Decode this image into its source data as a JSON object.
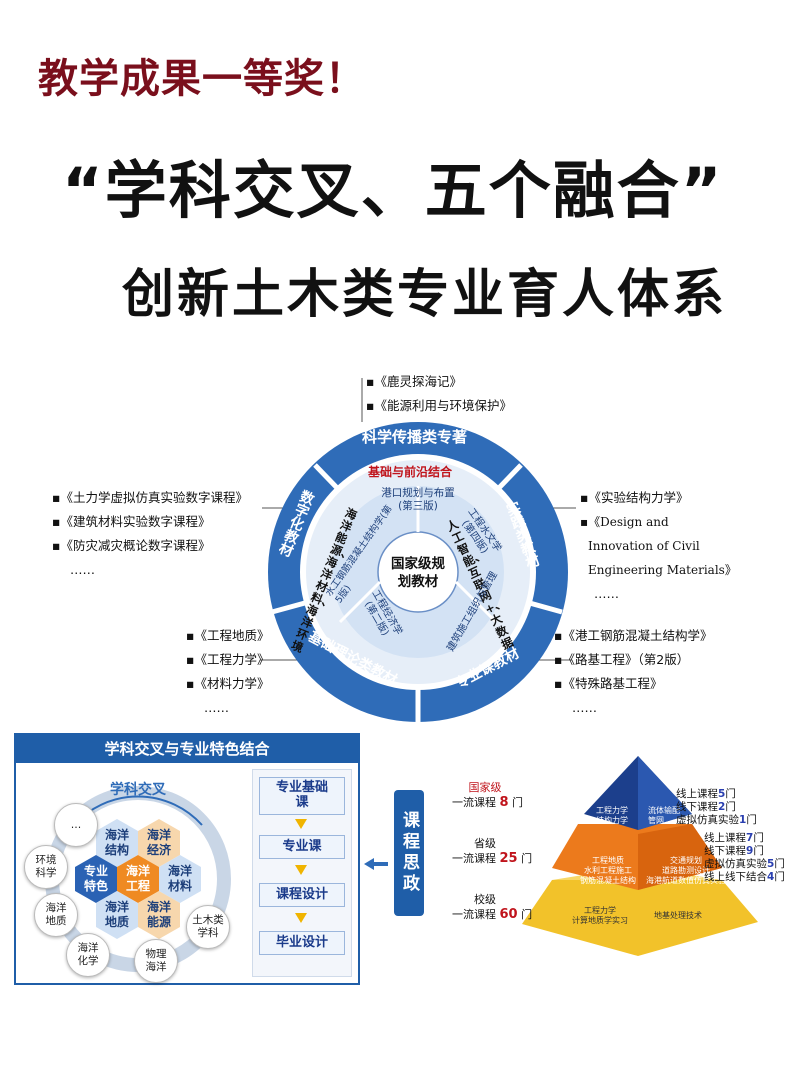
{
  "header": {
    "award": "教学成果一等奖！",
    "main_title": "“学科交叉、五个融合”",
    "subtitle": "创新土木类专业育人体系"
  },
  "wheel": {
    "center": [
      "国家级规",
      "划教材"
    ],
    "segments": [
      "科学传播类专著",
      "实践类教材",
      "专业课教材",
      "基础理论类教材",
      "数字化教材"
    ],
    "inner_ring": {
      "top": "基础与前沿结合",
      "right": "人工智能、互联网+、大数据",
      "left": "海洋能源、海洋材料、海洋环境"
    },
    "core_books": [
      "港口规划与布置",
      "(第三版)",
      "工程水文学",
      "(第四版)",
      "建筑施工组织与管理",
      "工程经济学",
      "(第二版)",
      "水工钢筋混凝土结构学(第5版)"
    ]
  },
  "book_lists": {
    "top": [
      "《鹿灵探海记》",
      "《能源利用与环境保护》"
    ],
    "left_top": [
      "《土力学虚拟仿真实验数字课程》",
      "《建筑材料实验数字课程》",
      "《防灾减灾概论数字课程》",
      "……"
    ],
    "left_bottom": [
      "《工程地质》",
      "《工程力学》",
      "《材料力学》",
      "……"
    ],
    "right_top": [
      "《实验结构力学》",
      "《Design and",
      "Innovation of Civil",
      "Engineering Materials》",
      "……"
    ],
    "right_bottom": [
      "《港工钢筋混凝土结构学》",
      "《路基工程》（第2版）",
      "《特殊路基工程》",
      "……"
    ]
  },
  "panel": {
    "title": "学科交叉与专业特色结合",
    "cross_label": "学科交叉",
    "hexes": [
      {
        "text": "海洋\n结构",
        "color": "#cfe0f4",
        "fg": "#1d3f7a"
      },
      {
        "text": "海洋\n经济",
        "color": "#f7d7ad",
        "fg": "#1d3f7a"
      },
      {
        "text": "专业\n特色",
        "color": "#2a62b4",
        "fg": "#ffffff"
      },
      {
        "text": "海洋\n工程",
        "color": "#ef8a22",
        "fg": "#ffffff"
      },
      {
        "text": "海洋\n材料",
        "color": "#cfe0f4",
        "fg": "#1d3f7a"
      },
      {
        "text": "海洋\n地质",
        "color": "#cfe0f4",
        "fg": "#1d3f7a"
      },
      {
        "text": "海洋\n能源",
        "color": "#f7d7ad",
        "fg": "#1d3f7a"
      }
    ],
    "circles": [
      "…",
      "环境\n科学",
      "海洋\n地质",
      "海洋\n化学",
      "物理\n海洋",
      "土木类\n学科"
    ],
    "flow": [
      "专业基础\n课",
      "专业课",
      "课程设计",
      "毕业设计"
    ]
  },
  "ideology": "课程思政",
  "pyramid": {
    "levels": [
      {
        "title": "国家级",
        "course": "一流课程",
        "count": "8",
        "unit": "门"
      },
      {
        "title": "省级",
        "course": "一流课程",
        "count": "25",
        "unit": "门"
      },
      {
        "title": "校级",
        "course": "一流课程",
        "count": "60",
        "unit": "门"
      }
    ],
    "top_stats": [
      {
        "label": "线上课程",
        "n": "5",
        "unit": "门"
      },
      {
        "label": "线下课程",
        "n": "2",
        "unit": "门"
      },
      {
        "label": "虚拟仿真实验",
        "n": "1",
        "unit": "门"
      }
    ],
    "mid_stats": [
      {
        "label": "线上课程",
        "n": "7",
        "unit": "门"
      },
      {
        "label": "线下课程",
        "n": "9",
        "unit": "门"
      },
      {
        "label": "虚拟仿真实验",
        "n": "5",
        "unit": "门"
      },
      {
        "label": "线上线下结合",
        "n": "4",
        "unit": "门"
      }
    ],
    "colors": {
      "top": "#1c3f8c",
      "mid": "#ec7a1c",
      "base": "#f2c22a"
    }
  }
}
